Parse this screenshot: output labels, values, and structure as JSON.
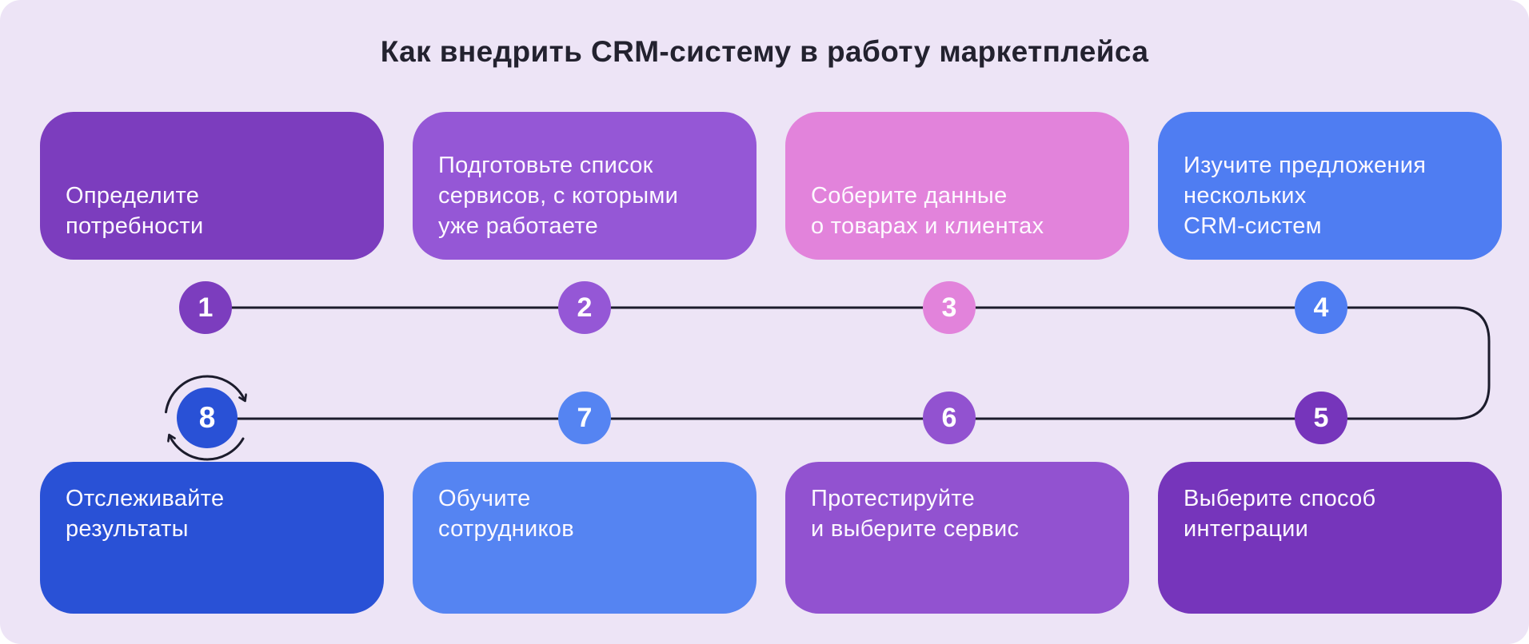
{
  "page": {
    "title": "Как внедрить CRM-систему в работу маркетплейса",
    "background_color": "#EDE4F6",
    "connector_color": "#1C1C2C",
    "text_color": "#FFFFFF"
  },
  "steps": [
    {
      "number": "1",
      "label": "Определите\nпотребности",
      "color": "#7C3DBE"
    },
    {
      "number": "2",
      "label": "Подготовьте список\nсервисов, с которыми\nуже работаете",
      "color": "#9557D6"
    },
    {
      "number": "3",
      "label": "Соберите данные\nо товарах и клиентах",
      "color": "#E283DB"
    },
    {
      "number": "4",
      "label": "Изучите предложения\nнескольких\nCRM-систем",
      "color": "#4F7DF2"
    },
    {
      "number": "5",
      "label": "Выберите способ\nинтеграции",
      "color": "#7635BB"
    },
    {
      "number": "6",
      "label": "Протестируйте\nи выберите сервис",
      "color": "#9252D0"
    },
    {
      "number": "7",
      "label": "Обучите\nсотрудников",
      "color": "#5584F2"
    },
    {
      "number": "8",
      "label": "Отслеживайте\nрезультаты",
      "color": "#2951D6",
      "icon": "repeat-cycle-icon"
    }
  ]
}
